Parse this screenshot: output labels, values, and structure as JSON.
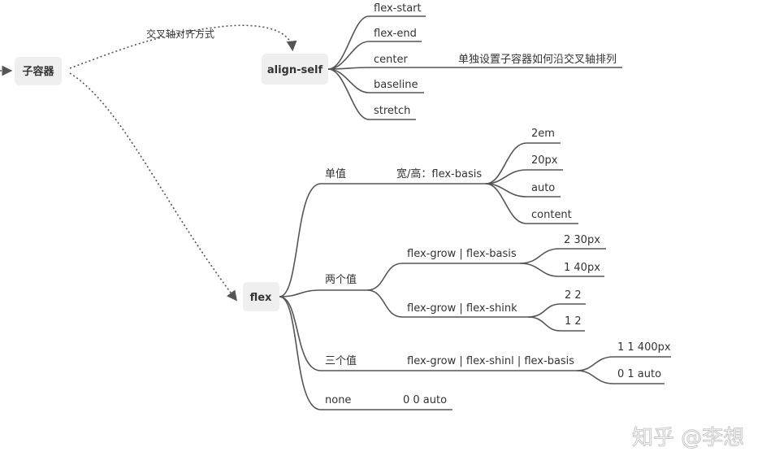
{
  "root": {
    "label": "子容器"
  },
  "align_self": {
    "label": "align-self",
    "edge_label": "交叉轴对齐方式",
    "values": [
      "flex-start",
      "flex-end",
      "center",
      "baseline",
      "stretch"
    ],
    "center_note": "单独设置子容器如何沿交叉轴排列"
  },
  "flex": {
    "label": "flex",
    "single": {
      "label": "单值",
      "sub": "宽/高：flex-basis",
      "values": [
        "2em",
        "20px",
        "auto",
        "content"
      ]
    },
    "two": {
      "label": "两个值",
      "grow_basis": {
        "label": "flex-grow | flex-basis",
        "values": [
          "2 30px",
          "1 40px"
        ]
      },
      "grow_shrink": {
        "label": "flex-grow | flex-shink",
        "values": [
          "2 2",
          "1 2"
        ]
      }
    },
    "three": {
      "label": "三个值",
      "sub": "flex-grow | flex-shinl | flex-basis",
      "values": [
        "1 1 400px",
        "0 1 auto"
      ]
    },
    "none": {
      "label": "none",
      "value": "0 0 auto"
    }
  },
  "watermark": "知乎 @李想"
}
